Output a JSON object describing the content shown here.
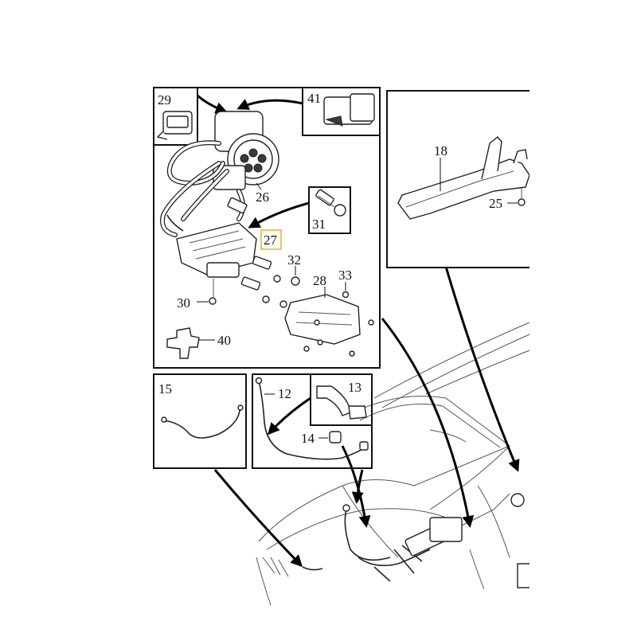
{
  "accent_color": "#e8a91b",
  "callouts": {
    "c29": "29",
    "c41": "41",
    "c26": "26",
    "c31": "31",
    "c27": "27",
    "c32": "32",
    "c28": "28",
    "c33": "33",
    "c30": "30",
    "c40": "40",
    "c18": "18",
    "c25": "25",
    "c15": "15",
    "c12": "12",
    "c13": "13",
    "c14": "14"
  },
  "highlighted_callout": "27"
}
